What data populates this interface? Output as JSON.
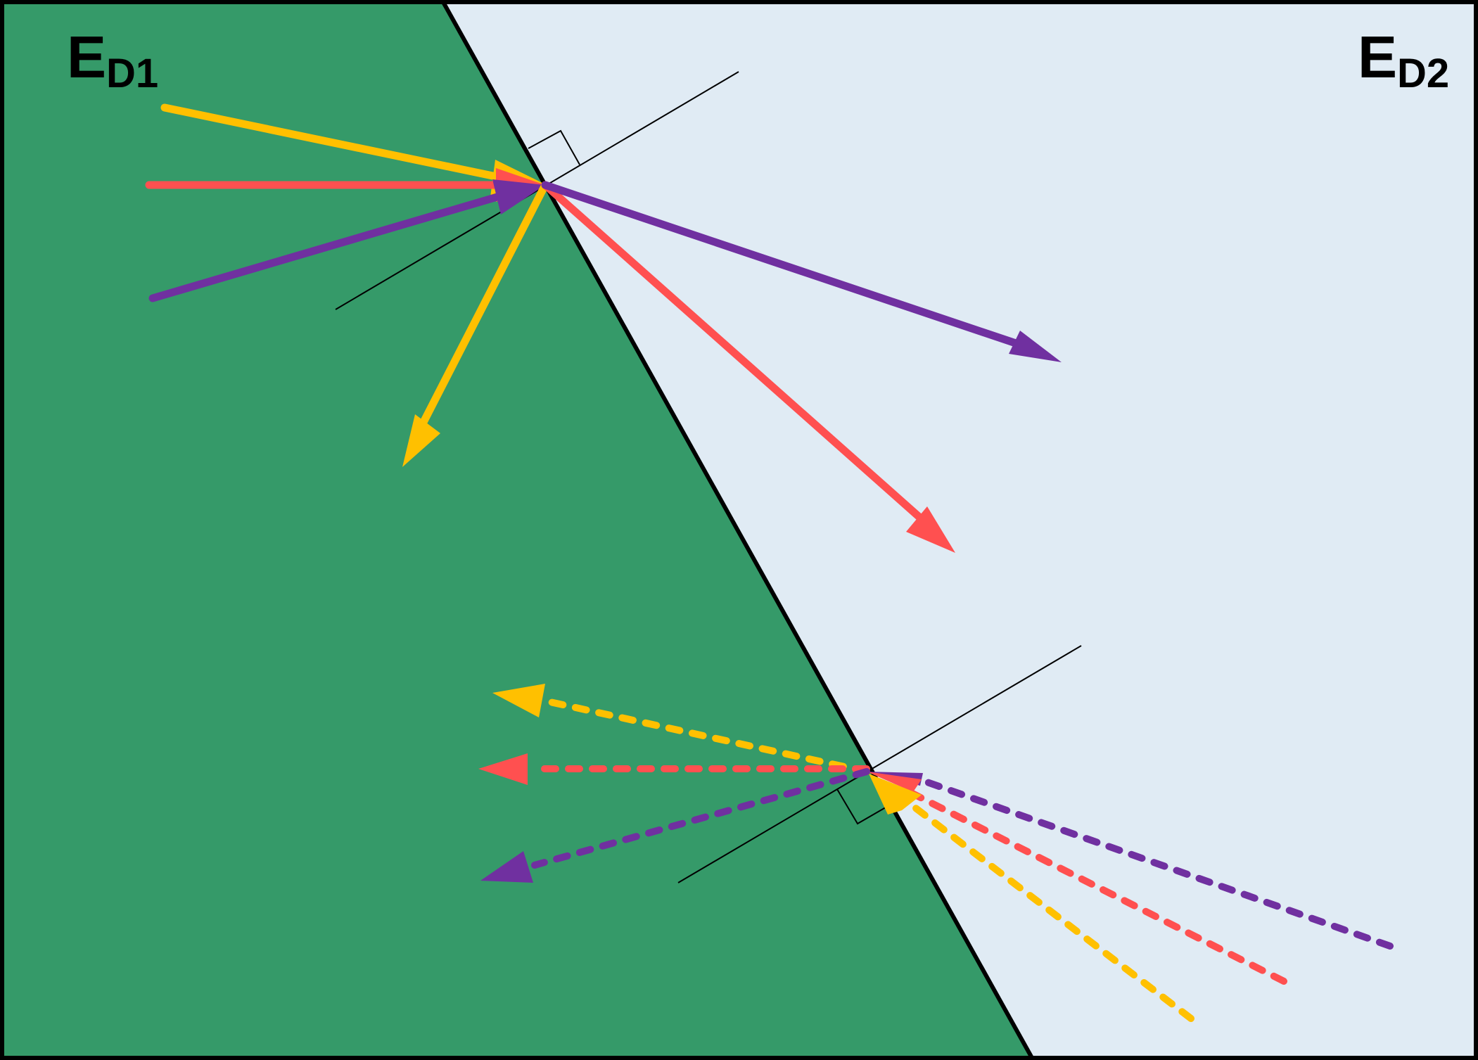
{
  "labels": {
    "left_medium": {
      "main": "E",
      "sub": "D1"
    },
    "right_medium": {
      "main": "E",
      "sub": "D2"
    }
  },
  "colors": {
    "left_region": "#359a69",
    "right_region": "#e0ebf4",
    "border": "#000000",
    "ray_yellow": "#ffc000",
    "ray_red": "#ff5050",
    "ray_purple": "#7030a0"
  }
}
